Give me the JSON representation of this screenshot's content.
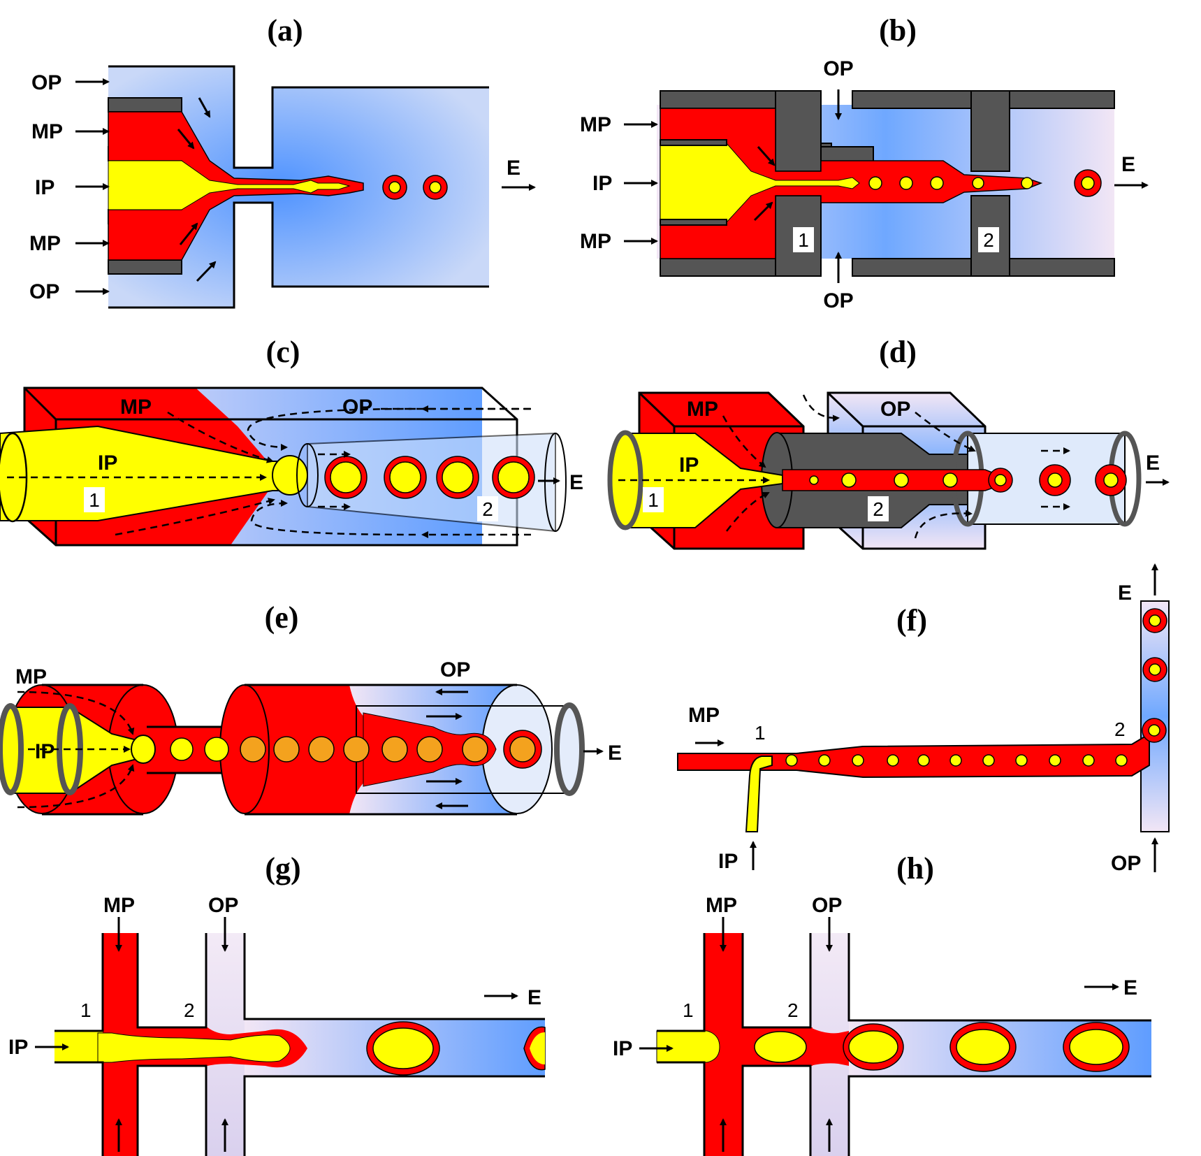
{
  "panels": {
    "a": {
      "title": "(a)",
      "labels": {
        "op_top": "OP",
        "mp_top": "MP",
        "ip": "IP",
        "mp_bottom": "MP",
        "op_bottom": "OP",
        "exit": "E"
      }
    },
    "b": {
      "title": "(b)",
      "labels": {
        "op_top": "OP",
        "mp_top": "MP",
        "ip": "IP",
        "mp_bottom": "MP",
        "op_bottom": "OP",
        "exit": "E",
        "junction1": "1",
        "junction2": "2"
      }
    },
    "c": {
      "title": "(c)",
      "labels": {
        "mp": "MP",
        "op": "OP",
        "ip": "IP",
        "exit": "E",
        "junction1": "1",
        "junction2": "2"
      }
    },
    "d": {
      "title": "(d)",
      "labels": {
        "mp": "MP",
        "op": "OP",
        "ip": "IP",
        "exit": "E",
        "junction1": "1",
        "junction2": "2"
      }
    },
    "e": {
      "title": "(e)",
      "labels": {
        "mp": "MP",
        "op": "OP",
        "ip": "IP",
        "exit": "E"
      }
    },
    "f": {
      "title": "(f)",
      "labels": {
        "mp": "MP",
        "ip": "IP",
        "op": "OP",
        "exit": "E",
        "junction1": "1",
        "junction2": "2"
      }
    },
    "g": {
      "title": "(g)",
      "labels": {
        "mp": "MP",
        "op": "OP",
        "ip": "IP",
        "exit": "E",
        "junction1": "1",
        "junction2": "2"
      }
    },
    "h": {
      "title": "(h)",
      "labels": {
        "mp": "MP",
        "op": "OP",
        "ip": "IP",
        "exit": "E",
        "junction1": "1",
        "junction2": "2"
      }
    }
  },
  "colors": {
    "inner_phase": "#ffff00",
    "middle_phase": "#ff0000",
    "outer_phase": "#6fa8ff",
    "wall": "#555555"
  }
}
